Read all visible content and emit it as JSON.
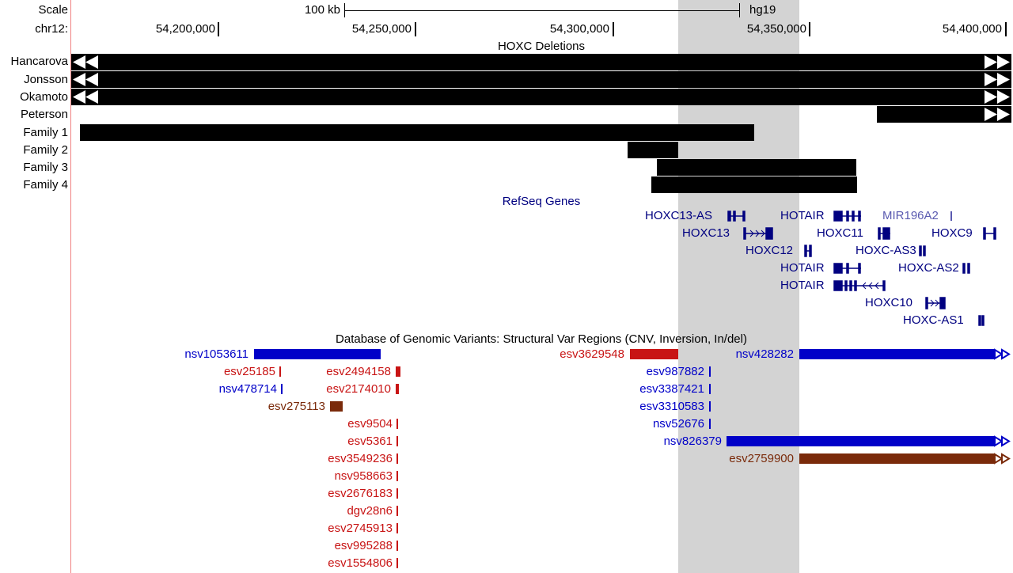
{
  "header": {
    "scale_label": "Scale",
    "scale_text": "100 kb",
    "assembly": "hg19",
    "chrom_label": "chr12:",
    "positions": [
      "54,200,000",
      "54,250,000",
      "54,300,000",
      "54,350,000",
      "54,400,000"
    ]
  },
  "tracks": {
    "deletions": {
      "title": "HOXC Deletions",
      "rows": [
        {
          "label": "Hancarova"
        },
        {
          "label": "Jonsson"
        },
        {
          "label": "Okamoto"
        },
        {
          "label": "Peterson"
        },
        {
          "label": "Family  1"
        },
        {
          "label": "Family  2"
        },
        {
          "label": "Family  3"
        },
        {
          "label": "Family  4"
        }
      ]
    },
    "refseq": {
      "title": "RefSeq Genes",
      "genes": [
        {
          "name": "HOXC13-AS",
          "color": "#000080"
        },
        {
          "name": "HOTAIR",
          "color": "#000080"
        },
        {
          "name": "MIR196A2",
          "color": "#5a5ab0"
        },
        {
          "name": "HOXC13",
          "color": "#000080"
        },
        {
          "name": "HOXC11",
          "color": "#000080"
        },
        {
          "name": "HOXC9",
          "color": "#000080"
        },
        {
          "name": "HOXC12",
          "color": "#000080"
        },
        {
          "name": "HOXC-AS3",
          "color": "#000080"
        },
        {
          "name": "HOTAIR",
          "color": "#000080"
        },
        {
          "name": "HOXC-AS2",
          "color": "#000080"
        },
        {
          "name": "HOTAIR",
          "color": "#000080"
        },
        {
          "name": "HOXC10",
          "color": "#000080"
        },
        {
          "name": "HOXC-AS1",
          "color": "#000080"
        }
      ]
    },
    "dgv": {
      "title": "Database of Genomic Variants: Structural Var Regions (CNV, Inversion, In/del)",
      "variants": [
        {
          "name": "nsv1053611",
          "color": "#0000c8"
        },
        {
          "name": "esv3629548",
          "color": "#c81414"
        },
        {
          "name": "nsv428282",
          "color": "#0000c8"
        },
        {
          "name": "esv25185",
          "color": "#c81414"
        },
        {
          "name": "esv2494158",
          "color": "#c81414"
        },
        {
          "name": "esv987882",
          "color": "#0000c8"
        },
        {
          "name": "nsv478714",
          "color": "#0000c8"
        },
        {
          "name": "esv2174010",
          "color": "#c81414"
        },
        {
          "name": "esv3387421",
          "color": "#0000c8"
        },
        {
          "name": "esv275113",
          "color": "#7a2a0a"
        },
        {
          "name": "esv3310583",
          "color": "#0000c8"
        },
        {
          "name": "esv9504",
          "color": "#c81414"
        },
        {
          "name": "nsv52676",
          "color": "#0000c8"
        },
        {
          "name": "esv5361",
          "color": "#c81414"
        },
        {
          "name": "nsv826379",
          "color": "#0000c8"
        },
        {
          "name": "esv3549236",
          "color": "#c81414"
        },
        {
          "name": "esv2759900",
          "color": "#7a2a0a"
        },
        {
          "name": "nsv958663",
          "color": "#c81414"
        },
        {
          "name": "esv2676183",
          "color": "#c81414"
        },
        {
          "name": "dgv28n6",
          "color": "#c81414"
        },
        {
          "name": "esv2745913",
          "color": "#c81414"
        },
        {
          "name": "esv995288",
          "color": "#c81414"
        },
        {
          "name": "esv1554806",
          "color": "#c81414"
        }
      ]
    }
  },
  "colors": {
    "highlight": "#d3d3d3",
    "deletion_bar": "#000000",
    "gene": "#000080",
    "cnv_gain_blue": "#0000c8",
    "cnv_loss_red": "#c81414",
    "cnv_both_brown": "#7a2a0a"
  }
}
